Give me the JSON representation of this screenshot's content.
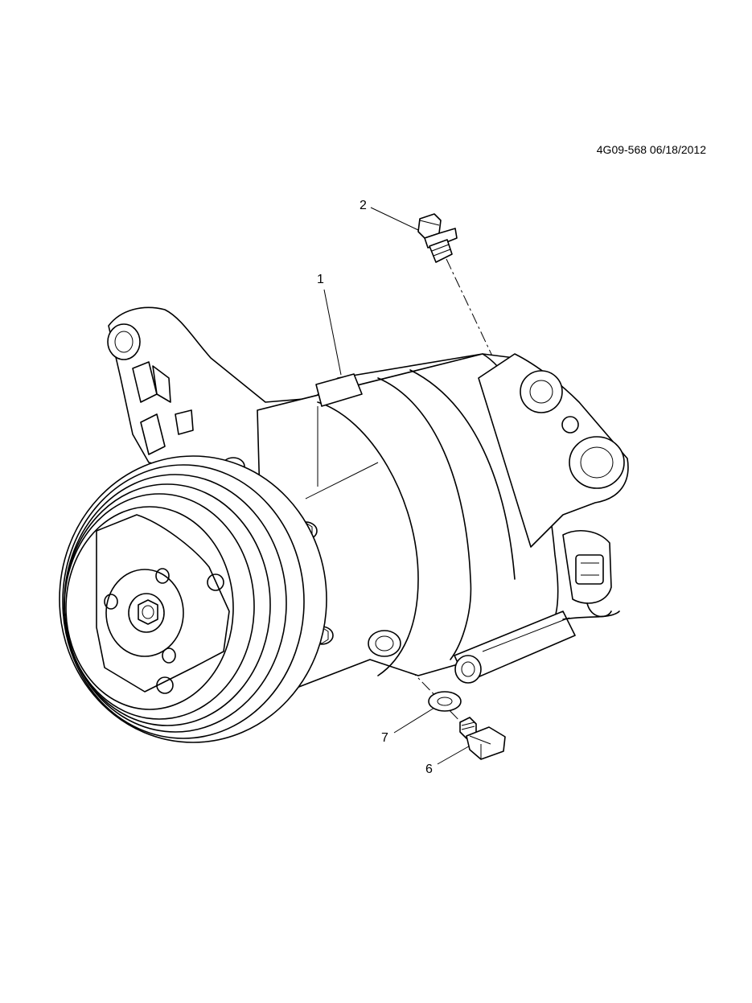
{
  "diagram": {
    "reference_id": "4G09-568 06/18/2012",
    "callouts": {
      "compressor": "1",
      "pressure_switch": "2",
      "washer": "7",
      "bolt": "6"
    }
  }
}
